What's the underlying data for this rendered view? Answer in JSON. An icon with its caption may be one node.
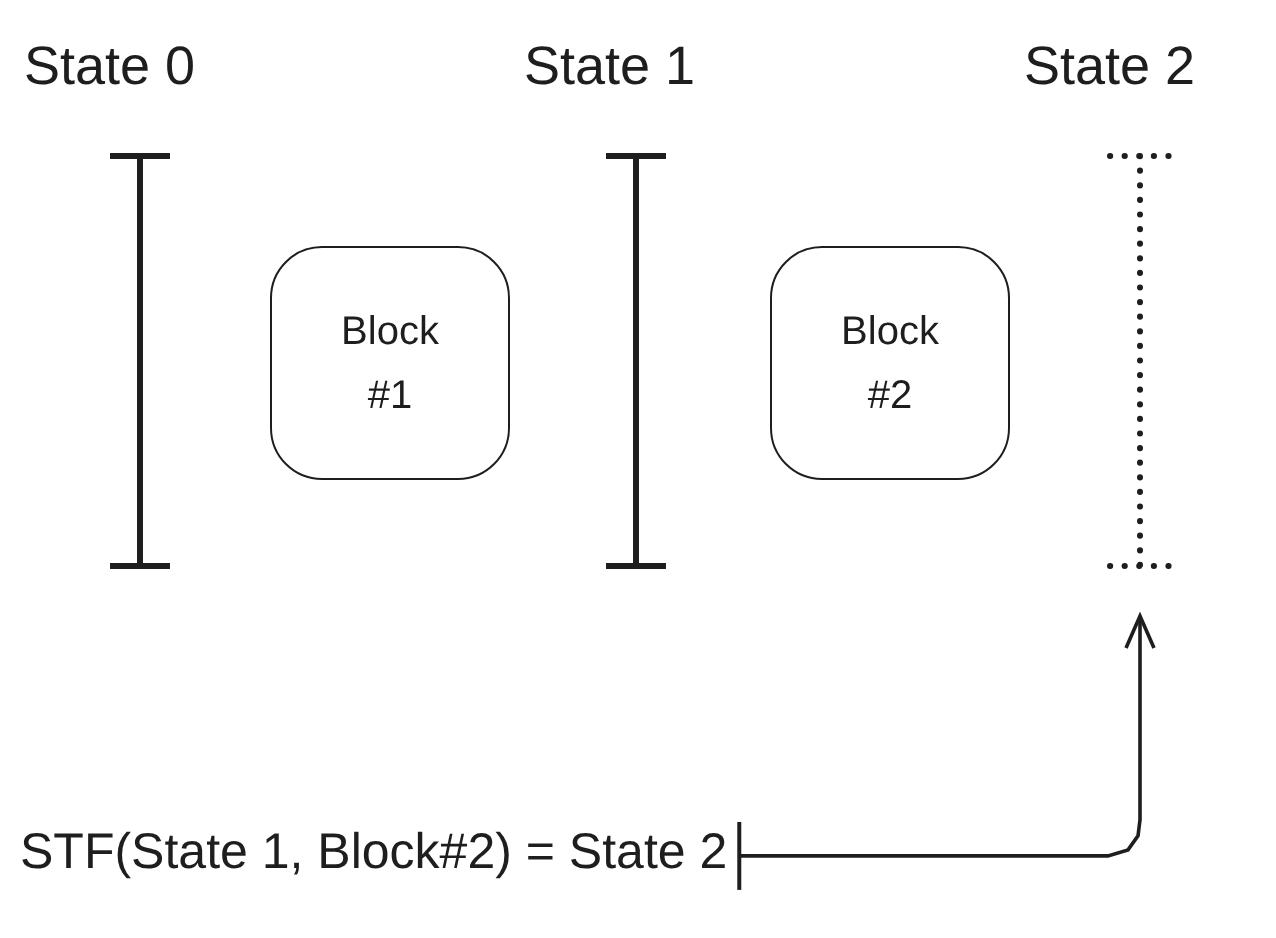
{
  "diagram": {
    "nodes": [
      {
        "text": [
          "State 0"
        ]
      },
      {
        "text": [
          "Block #1"
        ]
      },
      {
        "text": [
          "State 1"
        ]
      },
      {
        "text": [
          "Block #2"
        ]
      },
      {
        "text": [
          "State 2"
        ]
      },
      {
        "text": [
          "STF(State 1, Block#2) = State 2"
        ]
      }
    ],
    "edges": [
      {
        "from": 5,
        "to": 4,
        "arrow": "to"
      }
    ]
  }
}
